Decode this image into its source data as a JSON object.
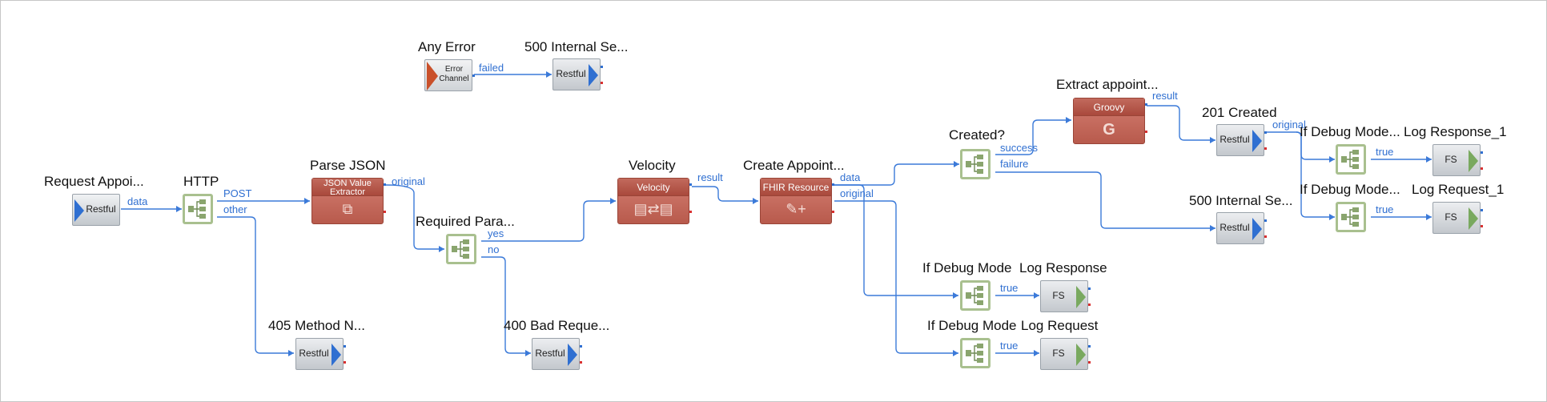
{
  "colors": {
    "wire": "#3b7ad9",
    "snap": "#c26a5d",
    "router": "#a9c08f",
    "restful_arrow": "#2f6fd1",
    "fs_arrow": "#79a95f",
    "error": "#d83030"
  },
  "nodes": {
    "request_appoi": {
      "title": "Request Appoi...",
      "label": "Restful"
    },
    "http": {
      "title": "HTTP"
    },
    "parse_json": {
      "title": "Parse JSON",
      "header": "JSON Value Extractor"
    },
    "required_para": {
      "title": "Required Para..."
    },
    "velocity": {
      "title": "Velocity",
      "header": "Velocity"
    },
    "create_appoint": {
      "title": "Create Appoint...",
      "header": "FHIR Resource"
    },
    "created": {
      "title": "Created?"
    },
    "extract_appoint": {
      "title": "Extract appoint...",
      "header": "Groovy",
      "glyph": "G"
    },
    "created_201": {
      "title": "201 Created",
      "label": "Restful"
    },
    "internal_500_a": {
      "title": "500 Internal Se...",
      "label": "Restful"
    },
    "any_error": {
      "title": "Any Error",
      "label": "Error Channel"
    },
    "internal_500_b": {
      "title": "500 Internal Se...",
      "label": "Restful"
    },
    "method_405": {
      "title": "405 Method N...",
      "label": "Restful"
    },
    "bad_reque_400": {
      "title": "400 Bad Reque...",
      "label": "Restful"
    },
    "if_debug_resp": {
      "title": "If Debug Mode"
    },
    "log_response": {
      "title": "Log Response",
      "label": "FS"
    },
    "if_debug_req": {
      "title": "If Debug Mode"
    },
    "log_request": {
      "title": "Log Request",
      "label": "FS"
    },
    "if_debug_resp_1": {
      "title": "If Debug Mode..."
    },
    "log_response_1": {
      "title": "Log Response_1",
      "label": "FS"
    },
    "if_debug_req_1": {
      "title": "If Debug Mode..."
    },
    "log_request_1": {
      "title": "Log Request_1",
      "label": "FS"
    }
  },
  "edge_labels": {
    "failed": "failed",
    "data_1": "data",
    "post": "POST",
    "other": "other",
    "original_1": "original",
    "yes": "yes",
    "no": "no",
    "result_1": "result",
    "data_2": "data",
    "original_2": "original",
    "success": "success",
    "failure": "failure",
    "result_2": "result",
    "original_3": "original",
    "true_1": "true",
    "true_2": "true",
    "true_3": "true",
    "true_4": "true"
  }
}
